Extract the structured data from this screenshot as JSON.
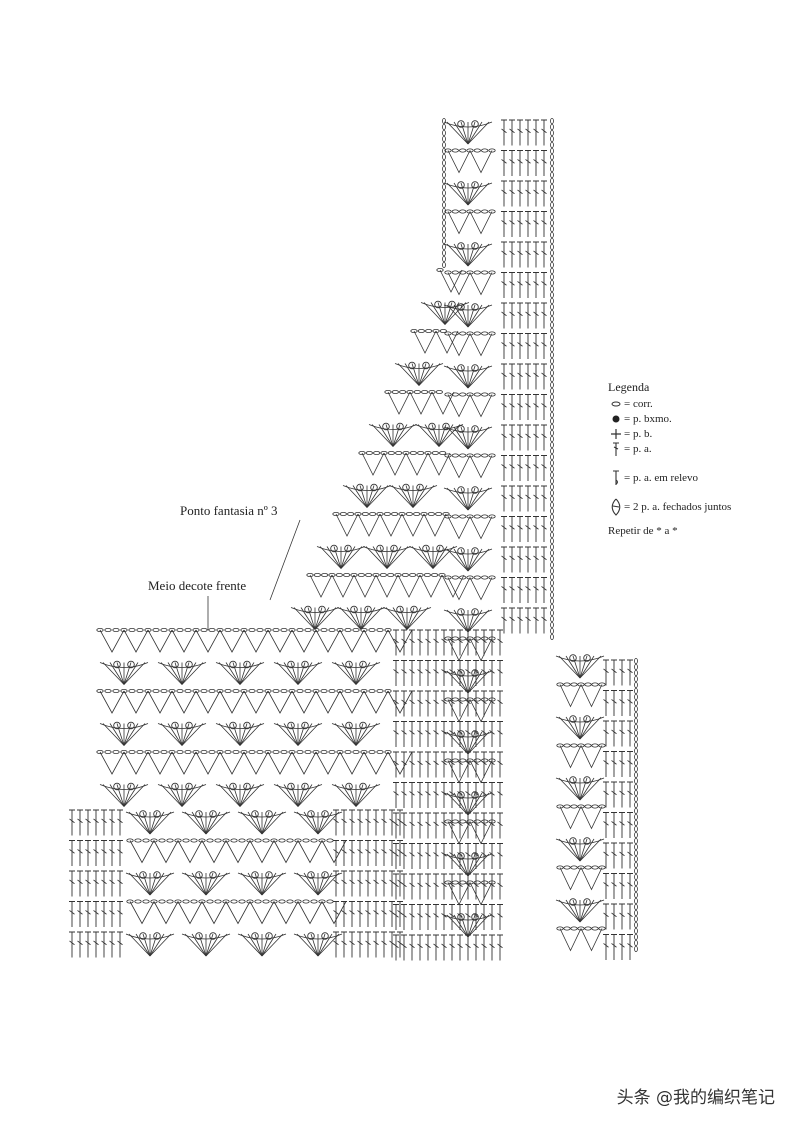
{
  "labels": {
    "ponto_fantasia": "Ponto fantasia nº 3",
    "meio_decote": "Meio decote frente"
  },
  "legend": {
    "title": "Legenda",
    "items": [
      {
        "icon": "chain-stitch-icon",
        "text": "= corr."
      },
      {
        "icon": "slip-stitch-icon",
        "text": "= p. bxmo."
      },
      {
        "icon": "single-crochet-icon",
        "text": "= p. b."
      },
      {
        "icon": "double-crochet-icon",
        "text": "= p. a."
      },
      {
        "icon": "relief-stitch-icon",
        "text": "= p. a. em relevo"
      },
      {
        "icon": "cluster-stitch-icon",
        "text": "= 2 p. a. fechados juntos"
      }
    ],
    "repeat": "Repetir de * a *"
  },
  "watermark": "头条 @我的编织笔记",
  "colors": {
    "ink": "#333333",
    "paper": "#ffffff"
  }
}
